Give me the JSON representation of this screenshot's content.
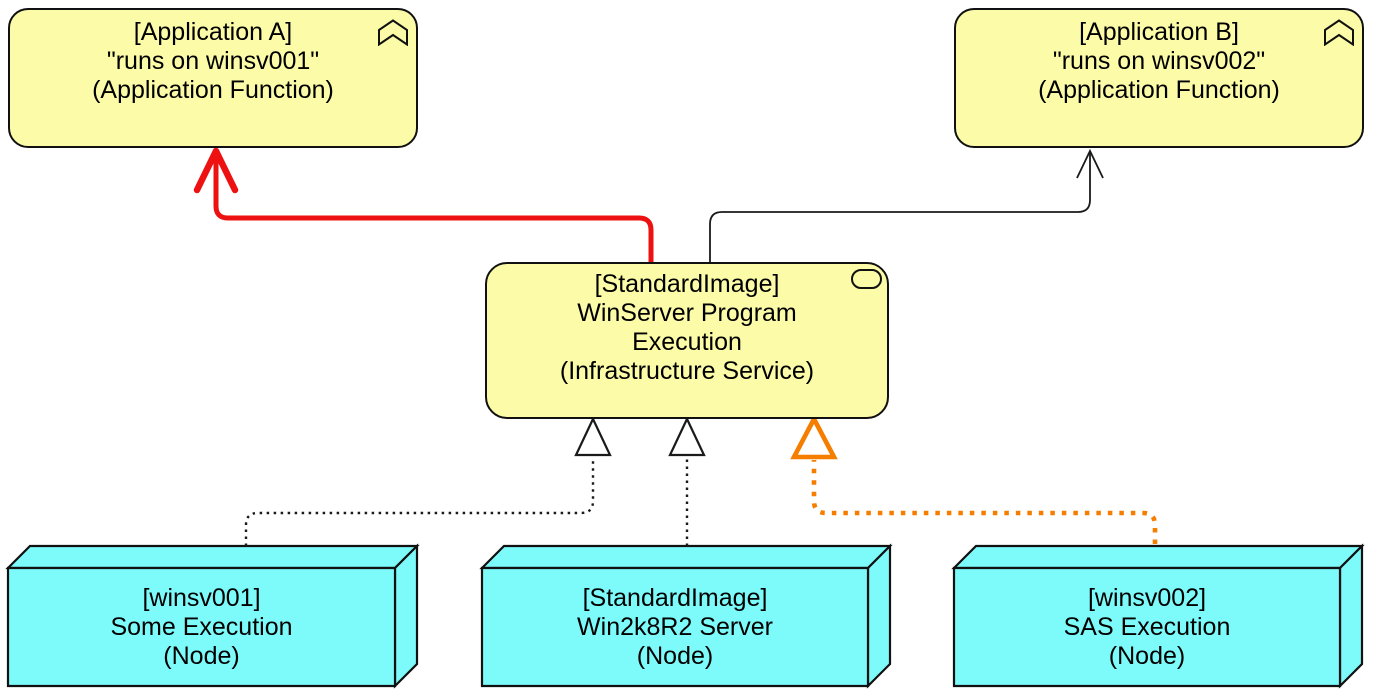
{
  "diagram_colors": {
    "canvas_bg": "#FFFFFF",
    "element_yellow": "#FBFBA8",
    "node_cyan": "#7DFBFB",
    "outline": "#111111",
    "assignment_red": "#EE1111",
    "realization_orange": "#F57D00",
    "line_black": "#1A1A1A",
    "triangle_fill": "#FFFFFF"
  },
  "elements": {
    "app_a": {
      "lines": [
        "[Application A]",
        "\"runs on winsv001\"",
        "(Application Function)"
      ]
    },
    "app_b": {
      "lines": [
        "[Application B]",
        "\"runs on winsv002\"",
        "(Application Function)"
      ]
    },
    "infra_service": {
      "lines": [
        "[StandardImage]",
        "WinServer Program",
        "Execution",
        "(Infrastructure Service)"
      ]
    },
    "node_winsv001": {
      "lines": [
        "[winsv001]",
        "Some Execution",
        "(Node)"
      ]
    },
    "node_standardimage": {
      "lines": [
        "[StandardImage]",
        "Win2k8R2 Server",
        "(Node)"
      ]
    },
    "node_winsv002": {
      "lines": [
        "[winsv002]",
        "SAS Execution",
        "(Node)"
      ]
    }
  },
  "relations": [
    {
      "from": "WinServer Program Execution",
      "to": "Application A",
      "line": "solid",
      "color": "#EE1111",
      "arrowhead": "open-arrow"
    },
    {
      "from": "WinServer Program Execution",
      "to": "Application B",
      "line": "solid",
      "color": "#1A1A1A",
      "arrowhead": "open-arrow"
    },
    {
      "from": "Some Execution",
      "to": "WinServer Program Execution",
      "line": "dotted",
      "color": "#1A1A1A",
      "arrowhead": "hollow-triangle"
    },
    {
      "from": "Win2k8R2 Server",
      "to": "WinServer Program Execution",
      "line": "dotted",
      "color": "#1A1A1A",
      "arrowhead": "hollow-triangle"
    },
    {
      "from": "SAS Execution",
      "to": "WinServer Program Execution",
      "line": "dotted",
      "color": "#F57D00",
      "arrowhead": "hollow-triangle"
    }
  ]
}
